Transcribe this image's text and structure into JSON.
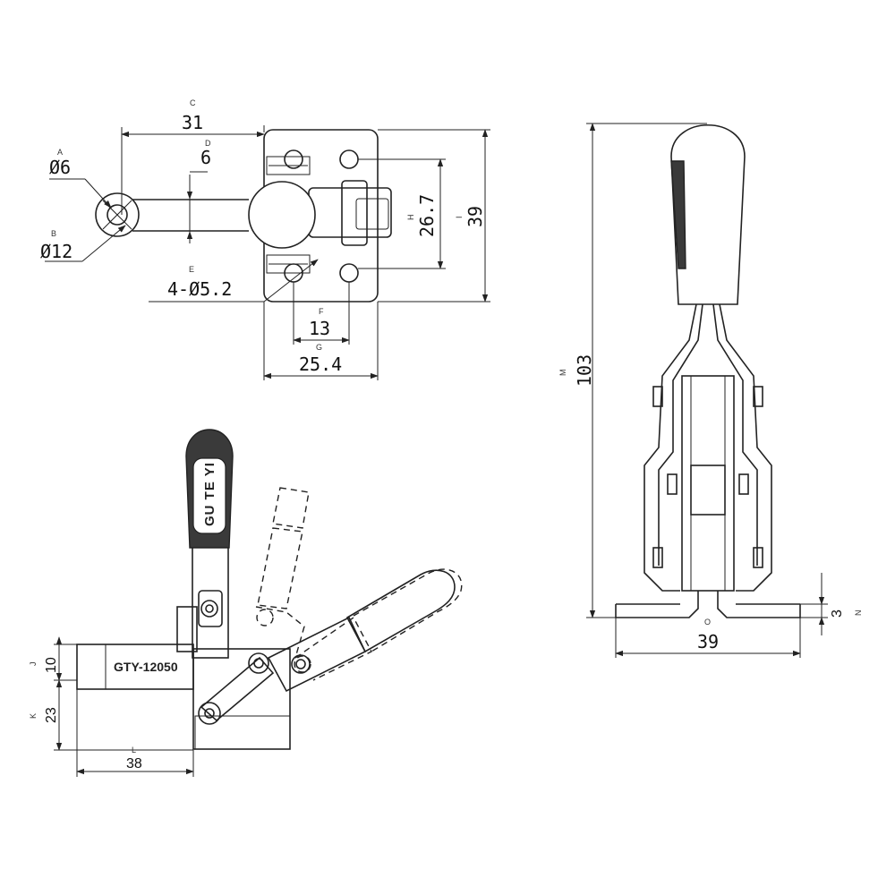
{
  "dimensions": {
    "a": {
      "letter": "A",
      "value": "Ø6"
    },
    "b": {
      "letter": "B",
      "value": "Ø12"
    },
    "c": {
      "letter": "C",
      "value": "31"
    },
    "d": {
      "letter": "D",
      "value": "6"
    },
    "e": {
      "letter": "E",
      "value": "4-Ø5.2"
    },
    "f": {
      "letter": "F",
      "value": "13"
    },
    "g": {
      "letter": "G",
      "value": "25.4"
    },
    "h": {
      "letter": "H",
      "value": "26.7"
    },
    "i": {
      "letter": "I",
      "value": "39"
    },
    "j": {
      "letter": "J",
      "value": "10"
    },
    "k": {
      "letter": "K",
      "value": "23"
    },
    "l": {
      "letter": "L",
      "value": "38"
    },
    "m": {
      "letter": "M",
      "value": "103"
    },
    "n": {
      "letter": "N",
      "value": "3"
    },
    "o": {
      "letter": "O",
      "value": "39"
    }
  },
  "labels": {
    "model": "GTY-12050",
    "brand": "GU TE YI"
  },
  "colors": {
    "line": "#222222",
    "handle": "#3a3a3a",
    "background": "#ffffff"
  }
}
